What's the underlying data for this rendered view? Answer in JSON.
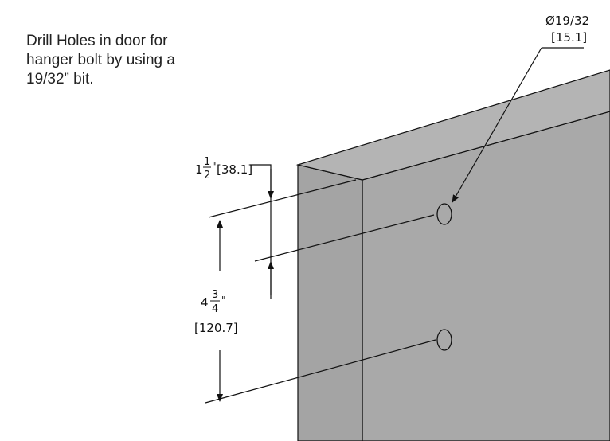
{
  "instruction": {
    "lines": [
      "Drill Holes in door for",
      "hanger bolt by using a",
      "19/32” bit."
    ]
  },
  "callouts": {
    "hole_diameter": {
      "symbol": "Ø",
      "imperial": "19/32",
      "metric": "[15.1]"
    },
    "top_offset": {
      "whole": "1",
      "numerator": "1",
      "denominator": "2",
      "unit_mark": "\"",
      "metric": "[38.1]"
    },
    "hole_spacing": {
      "whole": "4",
      "numerator": "3",
      "denominator": "4",
      "unit_mark": "\"",
      "metric": "[120.7]"
    }
  },
  "colors": {
    "door_face": "#a9a9a9",
    "door_edge": "#b4b4b4",
    "line": "#111111"
  }
}
